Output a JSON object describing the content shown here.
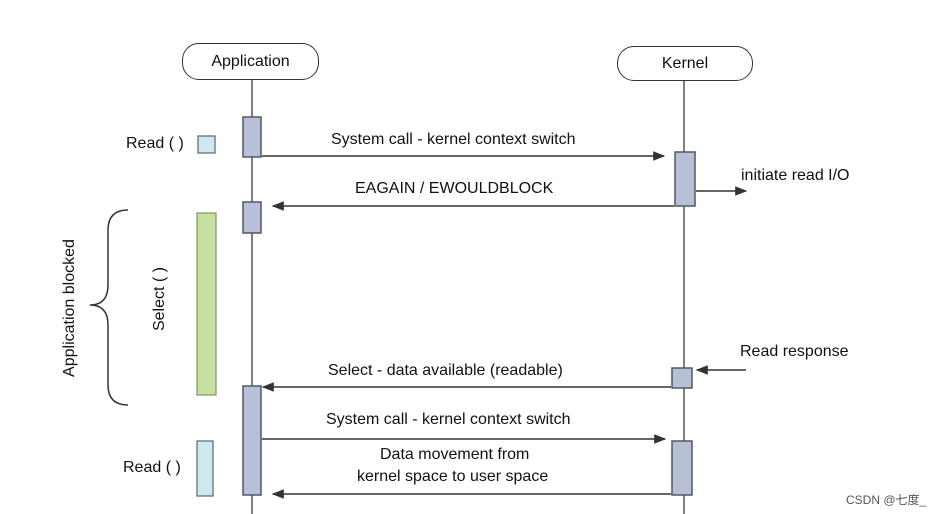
{
  "actors": {
    "application": "Application",
    "kernel": "Kernel"
  },
  "labels": {
    "read_1": "Read ( )",
    "read_2": "Read ( )",
    "select": "Select ( )",
    "app_blocked": "Application blocked",
    "initiate_read": "initiate read I/O",
    "read_response": "Read response"
  },
  "messages": {
    "syscall_1": "System call - kernel context switch",
    "eagain": "EAGAIN / EWOULDBLOCK",
    "select_available": "Select - data available (readable)",
    "syscall_2": "System call - kernel context switch",
    "data_movement_line1": "Data movement from",
    "data_movement_line2": "kernel space to user space"
  },
  "watermark": "CSDN @七度_",
  "colors": {
    "line": "#333333",
    "activation_fill": "#b8c0d8",
    "activation_stroke": "#555566",
    "read_box_fill": "#cfe8f0",
    "select_bar_fill": "#c6e0a4",
    "select_bar_stroke": "#7a9a5a"
  }
}
